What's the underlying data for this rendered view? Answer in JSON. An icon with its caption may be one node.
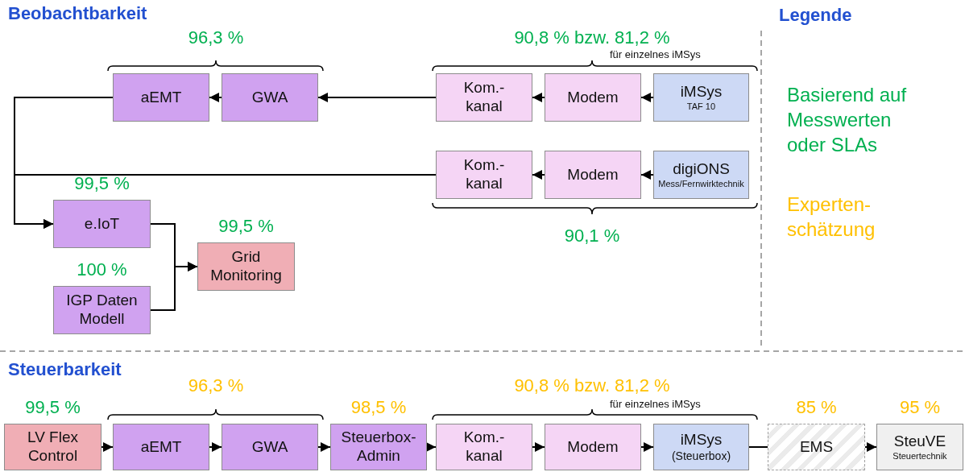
{
  "diagram": {
    "nodes": [
      {
        "text": [
          "aEMT"
        ]
      },
      {
        "text": [
          "GWA"
        ]
      },
      {
        "text": [
          "Kom.- kanal"
        ]
      },
      {
        "text": [
          "Modem"
        ]
      },
      {
        "text": [
          "iMSys",
          "TAF 10"
        ]
      },
      {
        "text": [
          "Kom.- kanal"
        ]
      },
      {
        "text": [
          "Modem"
        ]
      },
      {
        "text": [
          "digiONS",
          "Mess/Fernwirktechnik"
        ]
      },
      {
        "text": [
          "e.IoT"
        ],
        "beside": [
          "99,5 %"
        ]
      },
      {
        "text": [
          "IGP Daten Modell"
        ],
        "beside": [
          "100 %"
        ]
      },
      {
        "text": [
          "Grid Monitoring"
        ],
        "beside": [
          "99,5 %"
        ]
      },
      {
        "text": [
          "LV Flex Control"
        ],
        "beside": [
          "99,5 %"
        ]
      },
      {
        "text": [
          "aEMT"
        ]
      },
      {
        "text": [
          "GWA"
        ]
      },
      {
        "text": [
          "Steuerbox- Admin"
        ],
        "beside": [
          "98,5 %"
        ]
      },
      {
        "text": [
          "Kom.- kanal"
        ]
      },
      {
        "text": [
          "Modem"
        ]
      },
      {
        "text": [
          "iMSys",
          "(Steuerbox)"
        ]
      },
      {
        "text": [
          "EMS"
        ],
        "beside": [
          "85 %"
        ]
      },
      {
        "text": [
          "SteuVE",
          "Steuertechnik"
        ],
        "beside": [
          "95 %"
        ]
      }
    ],
    "edges": [
      {
        "from": 1,
        "to": 0,
        "arrow": "to"
      },
      {
        "from": 2,
        "to": 1,
        "arrow": "to"
      },
      {
        "from": 3,
        "to": 2,
        "arrow": "to"
      },
      {
        "from": 4,
        "to": 3,
        "arrow": "to"
      },
      {
        "from": 0,
        "to": 8,
        "arrow": "to"
      },
      {
        "from": 5,
        "to": 8,
        "arrow": "to"
      },
      {
        "from": 6,
        "to": 5,
        "arrow": "to"
      },
      {
        "from": 7,
        "to": 6,
        "arrow": "to"
      },
      {
        "from": 8,
        "to": 10,
        "arrow": "to"
      },
      {
        "from": 9,
        "to": 10,
        "arrow": "to"
      },
      {
        "from": 11,
        "to": 12,
        "arrow": "to"
      },
      {
        "from": 12,
        "to": 13,
        "arrow": "to"
      },
      {
        "from": 13,
        "to": 14,
        "arrow": "to"
      },
      {
        "from": 14,
        "to": 15,
        "arrow": "to"
      },
      {
        "from": 15,
        "to": 16,
        "arrow": "to"
      },
      {
        "from": 16,
        "to": 17,
        "arrow": "to"
      },
      {
        "from": 17,
        "to": 18,
        "arrow": "none"
      },
      {
        "from": 18,
        "to": 19,
        "arrow": "to"
      }
    ],
    "labels": [
      "Beobachtbarkeit",
      "96,3 %",
      "90,8 % bzw. 81,2 %",
      "für einzelnes iMSys",
      "90,1 %",
      "Legende",
      "Steuerbarkeit",
      "96,3 %",
      "90,8 % bzw. 81,2 %",
      "für einzelnes iMSys"
    ],
    "legend": [
      {
        "text": "Basierend auf Messwerten oder SLAs",
        "color": "#00b050"
      },
      {
        "text": "Experten- schätzung",
        "color": "#ffc000"
      }
    ]
  }
}
